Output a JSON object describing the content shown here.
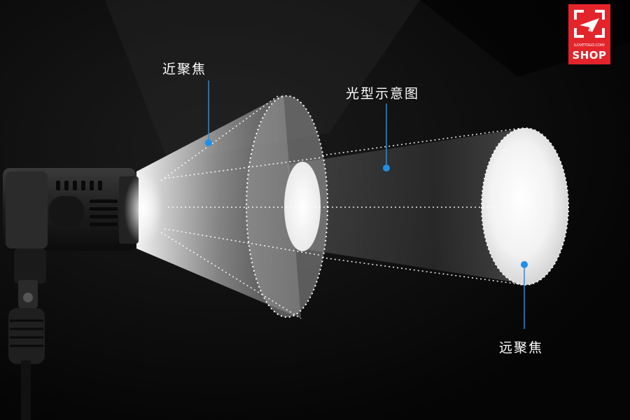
{
  "labels": {
    "near_focus": "近聚焦",
    "beam_shape": "光型示意图",
    "far_focus": "远聚焦"
  },
  "logo": {
    "top_text": "ILOVETOGO.COM/",
    "shop_text": "SHOP",
    "color": "#e3242b"
  },
  "colors": {
    "background": "#060606",
    "marker_blue": "#1f8fe8",
    "text": "#ffffff"
  }
}
